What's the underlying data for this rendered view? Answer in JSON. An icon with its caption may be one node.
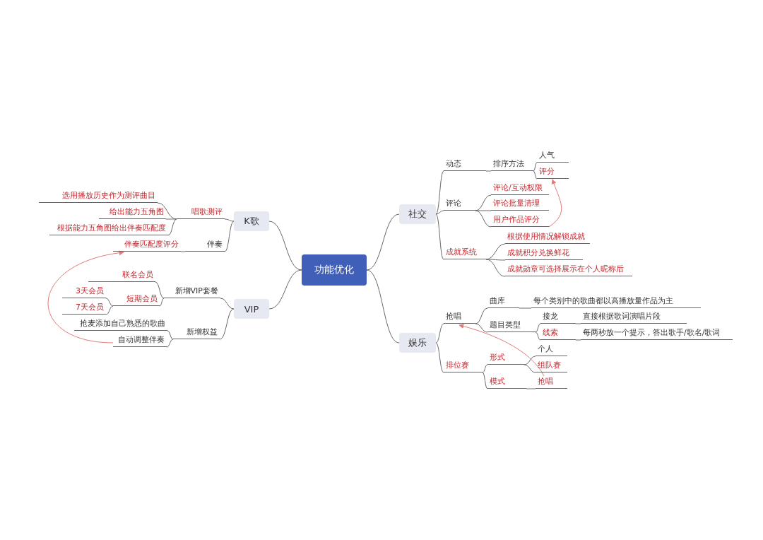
{
  "diagram": {
    "nodes": [
      {
        "text": [
          "功能优化"
        ]
      },
      {
        "text": [
          "社交"
        ]
      },
      {
        "text": [
          "动态"
        ]
      },
      {
        "text": [
          "排序方法"
        ]
      },
      {
        "text": [
          "人气"
        ]
      },
      {
        "text": [
          "评分"
        ]
      },
      {
        "text": [
          "评论"
        ]
      },
      {
        "text": [
          "评论/互动权限"
        ]
      },
      {
        "text": [
          "评论批量清理"
        ]
      },
      {
        "text": [
          "用户作品评分"
        ]
      },
      {
        "text": [
          "成就系统"
        ]
      },
      {
        "text": [
          "根据使用情况解锁成就"
        ]
      },
      {
        "text": [
          "成就积分兑换鲜花"
        ]
      },
      {
        "text": [
          "成就勋章可选择展示在个人昵称后"
        ]
      },
      {
        "text": [
          "娱乐"
        ]
      },
      {
        "text": [
          "抢唱"
        ]
      },
      {
        "text": [
          "曲库"
        ]
      },
      {
        "text": [
          "每个类别中的歌曲都以高播放量作品为主"
        ]
      },
      {
        "text": [
          "题目类型"
        ]
      },
      {
        "text": [
          "接龙"
        ]
      },
      {
        "text": [
          "直接根据歌词演唱片段"
        ]
      },
      {
        "text": [
          "线索"
        ]
      },
      {
        "text": [
          "每两秒放一个提示，答出歌手/歌名/歌词"
        ]
      },
      {
        "text": [
          "排位赛"
        ]
      },
      {
        "text": [
          "形式"
        ]
      },
      {
        "text": [
          "个人"
        ]
      },
      {
        "text": [
          "组队赛"
        ]
      },
      {
        "text": [
          "模式"
        ]
      },
      {
        "text": [
          "抢唱"
        ]
      },
      {
        "text": [
          "K歌"
        ]
      },
      {
        "text": [
          "唱歌测评"
        ]
      },
      {
        "text": [
          "选用播放历史作为测评曲目"
        ]
      },
      {
        "text": [
          "给出能力五角图"
        ]
      },
      {
        "text": [
          "根据能力五角图给出伴奏匹配度"
        ]
      },
      {
        "text": [
          "伴奏"
        ]
      },
      {
        "text": [
          "伴奏匹配度评分"
        ]
      },
      {
        "text": [
          "VIP"
        ]
      },
      {
        "text": [
          "新增VIP套餐"
        ]
      },
      {
        "text": [
          "联名会员"
        ]
      },
      {
        "text": [
          "短期会员"
        ]
      },
      {
        "text": [
          "3天会员"
        ]
      },
      {
        "text": [
          "7天会员"
        ]
      },
      {
        "text": [
          "新增权益"
        ]
      },
      {
        "text": [
          "抢麦添加自己熟悉的歌曲"
        ]
      },
      {
        "text": [
          "自动调整伴奏"
        ]
      }
    ],
    "edges": [
      {
        "from": 0,
        "to": 1,
        "arrow": "none"
      },
      {
        "from": 1,
        "to": 2,
        "arrow": "none"
      },
      {
        "from": 2,
        "to": 3,
        "arrow": "none"
      },
      {
        "from": 3,
        "to": 4,
        "arrow": "none"
      },
      {
        "from": 3,
        "to": 5,
        "arrow": "none"
      },
      {
        "from": 1,
        "to": 6,
        "arrow": "none"
      },
      {
        "from": 6,
        "to": 7,
        "arrow": "none"
      },
      {
        "from": 6,
        "to": 8,
        "arrow": "none"
      },
      {
        "from": 6,
        "to": 9,
        "arrow": "none"
      },
      {
        "from": 1,
        "to": 10,
        "arrow": "none"
      },
      {
        "from": 10,
        "to": 11,
        "arrow": "none"
      },
      {
        "from": 10,
        "to": 12,
        "arrow": "none"
      },
      {
        "from": 10,
        "to": 13,
        "arrow": "none"
      },
      {
        "from": 0,
        "to": 14,
        "arrow": "none"
      },
      {
        "from": 14,
        "to": 15,
        "arrow": "none"
      },
      {
        "from": 15,
        "to": 16,
        "arrow": "none"
      },
      {
        "from": 16,
        "to": 17,
        "arrow": "none"
      },
      {
        "from": 15,
        "to": 18,
        "arrow": "none"
      },
      {
        "from": 18,
        "to": 19,
        "arrow": "none"
      },
      {
        "from": 19,
        "to": 20,
        "arrow": "none"
      },
      {
        "from": 18,
        "to": 21,
        "arrow": "none"
      },
      {
        "from": 21,
        "to": 22,
        "arrow": "none"
      },
      {
        "from": 14,
        "to": 23,
        "arrow": "none"
      },
      {
        "from": 23,
        "to": 24,
        "arrow": "none"
      },
      {
        "from": 24,
        "to": 25,
        "arrow": "none"
      },
      {
        "from": 24,
        "to": 26,
        "arrow": "none"
      },
      {
        "from": 23,
        "to": 27,
        "arrow": "none"
      },
      {
        "from": 27,
        "to": 28,
        "arrow": "none"
      },
      {
        "from": 0,
        "to": 29,
        "arrow": "none"
      },
      {
        "from": 29,
        "to": 30,
        "arrow": "none"
      },
      {
        "from": 30,
        "to": 31,
        "arrow": "none"
      },
      {
        "from": 30,
        "to": 32,
        "arrow": "none"
      },
      {
        "from": 30,
        "to": 33,
        "arrow": "none"
      },
      {
        "from": 29,
        "to": 34,
        "arrow": "none"
      },
      {
        "from": 34,
        "to": 35,
        "arrow": "none"
      },
      {
        "from": 0,
        "to": 36,
        "arrow": "none"
      },
      {
        "from": 36,
        "to": 37,
        "arrow": "none"
      },
      {
        "from": 37,
        "to": 38,
        "arrow": "none"
      },
      {
        "from": 37,
        "to": 39,
        "arrow": "none"
      },
      {
        "from": 39,
        "to": 40,
        "arrow": "none"
      },
      {
        "from": 39,
        "to": 41,
        "arrow": "none"
      },
      {
        "from": 36,
        "to": 42,
        "arrow": "none"
      },
      {
        "from": 42,
        "to": 43,
        "arrow": "none"
      },
      {
        "from": 42,
        "to": 44,
        "arrow": "none"
      },
      {
        "from": 9,
        "to": 5,
        "arrow": "to",
        "color": "#e07a7a"
      },
      {
        "from": 28,
        "to": 15,
        "arrow": "to",
        "color": "#e07a7a"
      },
      {
        "from": 44,
        "to": 35,
        "arrow": "to",
        "color": "#e07a7a"
      }
    ]
  }
}
